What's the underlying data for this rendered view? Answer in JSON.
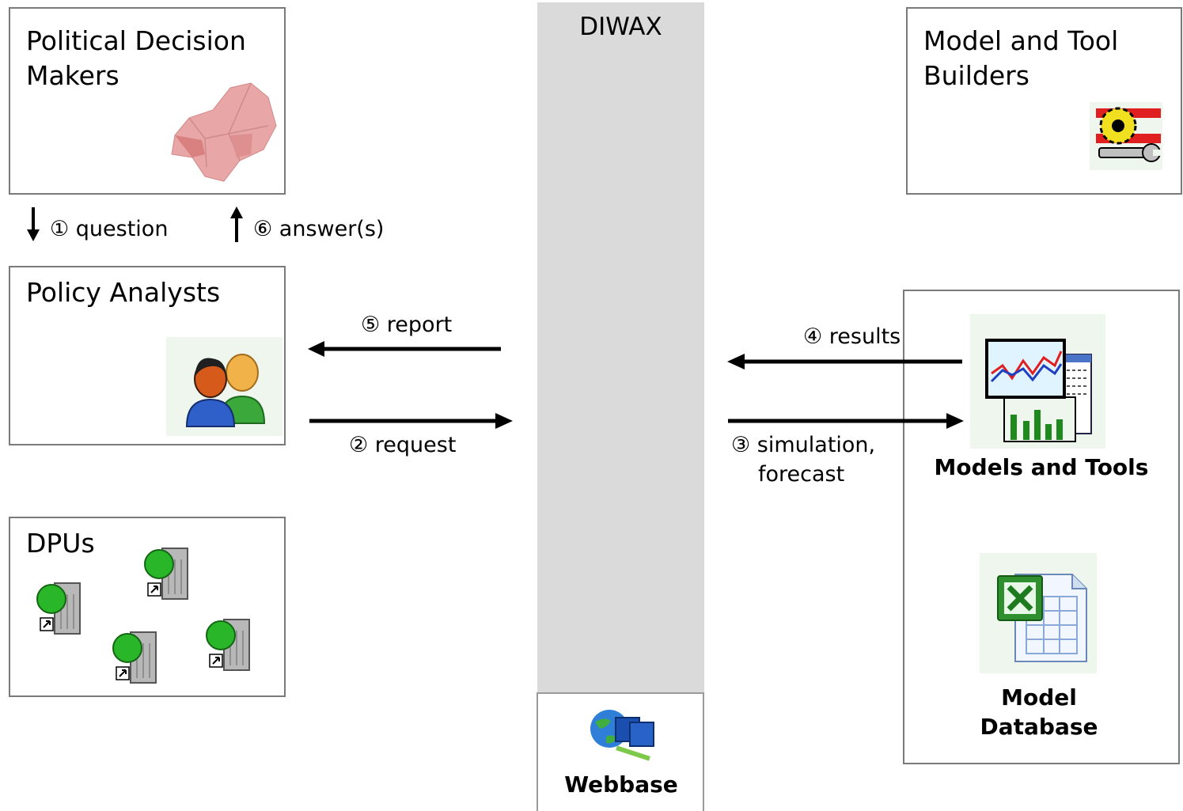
{
  "center": {
    "title": "DIWAX",
    "webbase_label": "Webbase"
  },
  "political": {
    "title_line1": "Political Decision",
    "title_line2": "Makers",
    "icon": "map-icon"
  },
  "builders": {
    "title_line1": "Model and Tool",
    "title_line2": "Builders",
    "icon": "tools-icon"
  },
  "analysts": {
    "title": "Policy Analysts",
    "icon": "users-icon"
  },
  "dpus": {
    "title": "DPUs",
    "icon": "server-icon"
  },
  "models": {
    "tools_label": "Models and Tools",
    "db_line1": "Model",
    "db_line2": "Database"
  },
  "flow": {
    "question": "① question",
    "answer": "⑥ answer(s)",
    "request": "② request",
    "report": "⑤ report",
    "simulation_line1": "③ simulation,",
    "simulation_line2": "forecast",
    "results": "④ results"
  }
}
